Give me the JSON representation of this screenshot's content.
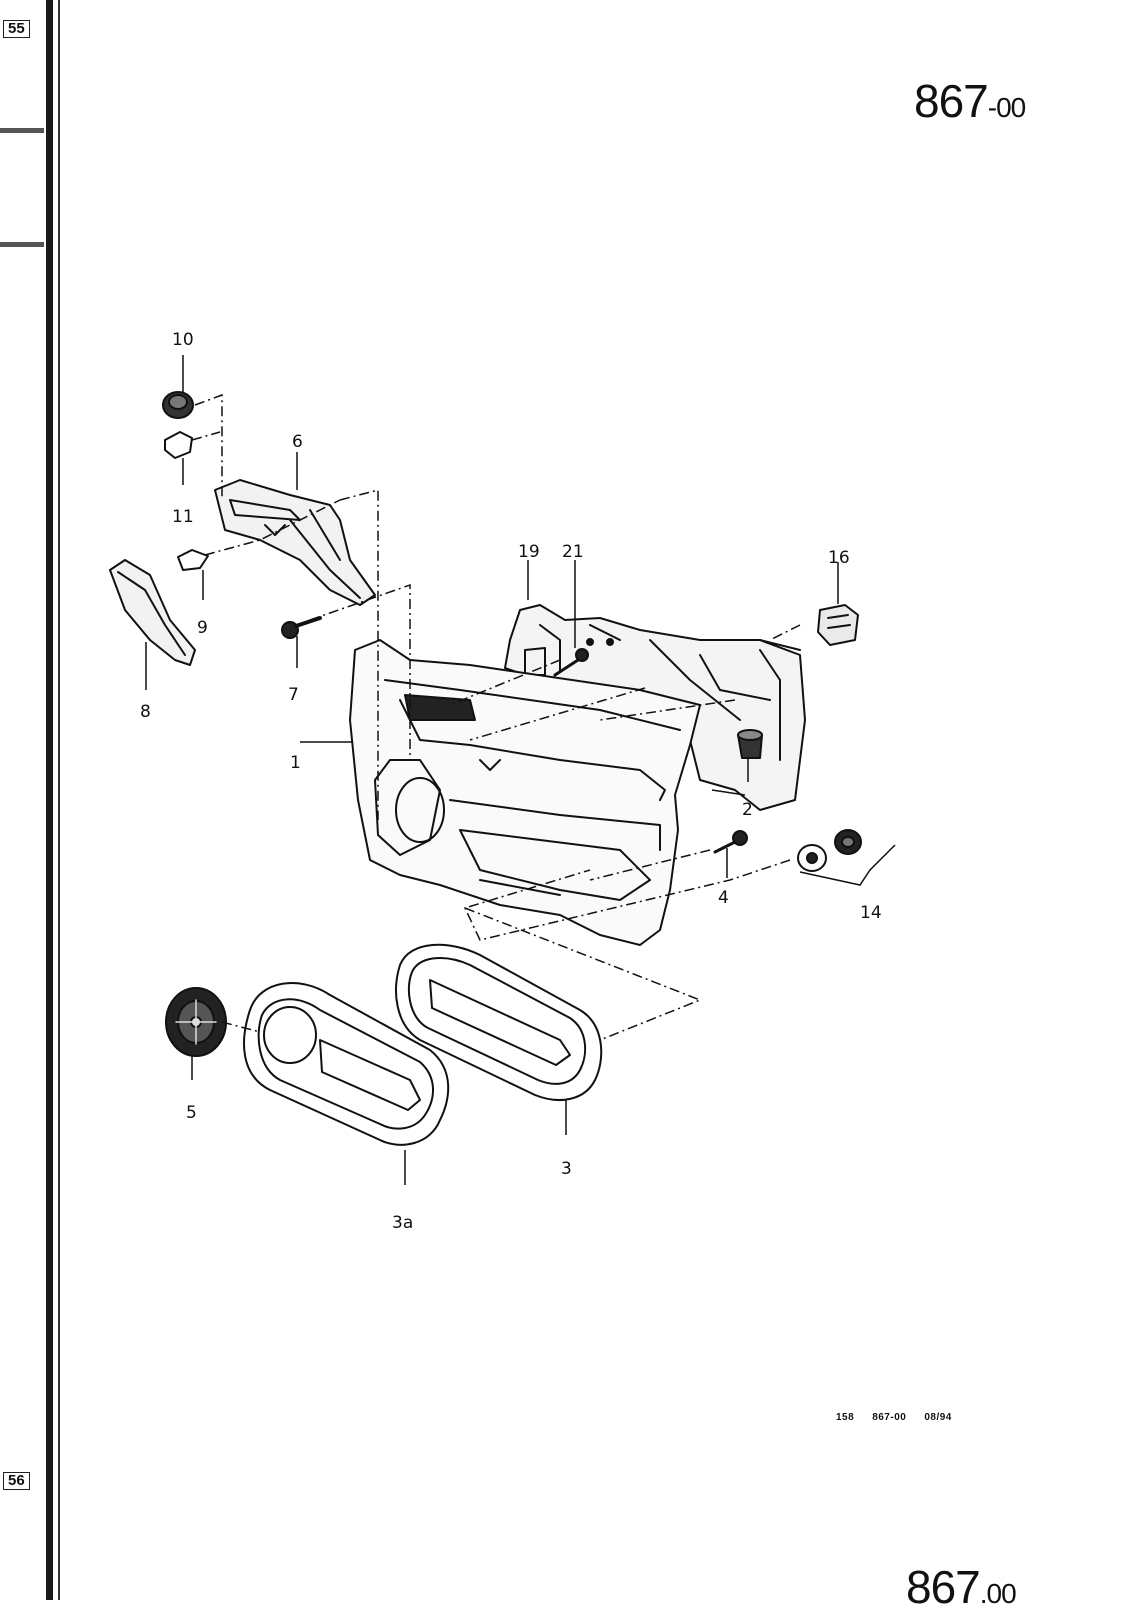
{
  "page": {
    "code_main": "867",
    "code_suffix": "-00",
    "bottom_code_main": "867",
    "bottom_code_suffix": ".00",
    "margin_page_top": "55",
    "margin_page_bottom": "56"
  },
  "footer": {
    "sheet": "158",
    "ref": "867-00",
    "date": "08/94"
  },
  "callouts": {
    "c1": "1",
    "c2": "2",
    "c3": "3",
    "c3a": "3a",
    "c4": "4",
    "c5": "5",
    "c6": "6",
    "c7": "7",
    "c8": "8",
    "c9": "9",
    "c10": "10",
    "c11": "11",
    "c14": "14",
    "c16": "16",
    "c19": "19",
    "c21": "21"
  }
}
